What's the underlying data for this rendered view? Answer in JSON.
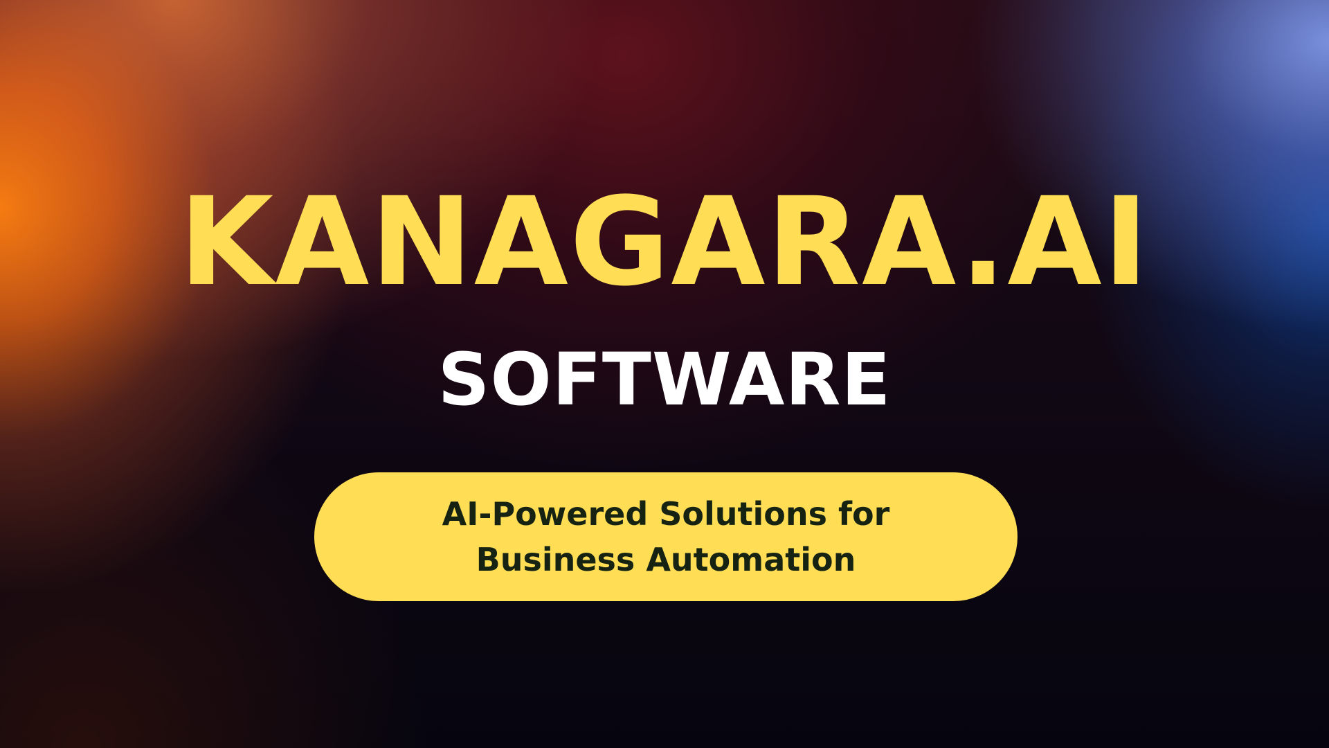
{
  "brand": {
    "title": "KANAGARA.AI",
    "subtitle": "SOFTWARE",
    "tagline_line1": "AI-Powered Solutions for",
    "tagline_line2": "Business Automation"
  },
  "colors": {
    "title": "#ffdd55",
    "subtitle": "#ffffff",
    "pill_background": "#ffdd55",
    "pill_text": "#162312",
    "background_dark": "#05040f",
    "glow_orange": "#ff8010",
    "glow_blue": "#7e96e6"
  }
}
